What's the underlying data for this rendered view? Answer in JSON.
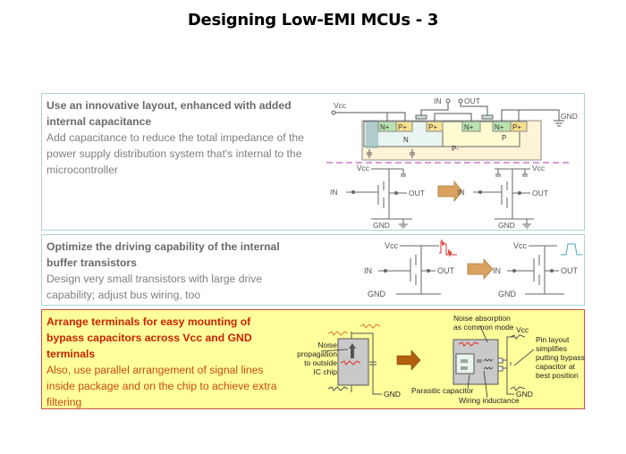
{
  "title": "Designing Low-EMI MCUs - 3",
  "panels": [
    {
      "heading_lines": [
        "Use an innovative layout, enhanced with added",
        "internal capacitance"
      ],
      "body_lines": [
        "Add capacitance to reduce the total impedance of the",
        "power supply distribution system that's internal to the",
        "microcontroller"
      ],
      "diagram": {
        "cross_section": {
          "vcc": "Vcc",
          "in": "IN",
          "out": "OUT",
          "gnd": "GND",
          "regions": [
            "N+",
            "P+",
            "P+",
            "N+",
            "N+",
            "P+"
          ],
          "well_n": "N",
          "well_p": "P",
          "substrate": "P-"
        },
        "left_circuit": {
          "vcc": "Vcc",
          "in": "IN",
          "out": "OUT",
          "gnd": "GND"
        },
        "right_circuit": {
          "vcc": "Vcc",
          "in": "IN",
          "out": "OUT",
          "gnd": "GND"
        }
      }
    },
    {
      "heading_lines": [
        "Optimize the driving capability of the internal",
        "buffer transistors"
      ],
      "body_lines": [
        "Design very small transistors with large drive",
        "capability; adjust bus wiring, too"
      ],
      "diagram": {
        "left_circuit": {
          "vcc": "Vcc",
          "in": "IN",
          "out": "OUT",
          "gnd": "GND"
        },
        "right_circuit": {
          "vcc": "Vcc",
          "in": "IN",
          "out": "OUT",
          "gnd": "GND"
        }
      }
    },
    {
      "heading_lines": [
        "Arrange terminals for easy mounting of",
        "bypass capacitors across Vcc and GND",
        "terminals"
      ],
      "body_lines": [
        "Also, use parallel arrangement of signal lines",
        "inside package and on the chip to achieve extra",
        "filtering"
      ],
      "diagram": {
        "left": {
          "noise_label": [
            "Noise",
            "propagation",
            "to outside",
            "IC chip"
          ],
          "gnd": "GND"
        },
        "right": {
          "absorption_label": [
            "Noise absorption",
            "as common mode"
          ],
          "vcc": "Vcc",
          "gnd": "GND",
          "pin_label": [
            "Pin layout",
            "simplifies",
            "putting bypass",
            "capacitor at",
            "best position"
          ],
          "parasitic": "Parasitic capacitor",
          "wiring": "Wiring inductance"
        }
      }
    }
  ],
  "colors": {
    "panel_border": "#a9d4d4",
    "highlight_border": "#c0504d",
    "highlight_bg": "#ffff9c",
    "arrow": "#d9a35f",
    "arrow_dark": "#b3600c",
    "n_plus": "#b9e3b0",
    "p_plus": "#f7e08f",
    "noise_red": "#e0302a"
  }
}
